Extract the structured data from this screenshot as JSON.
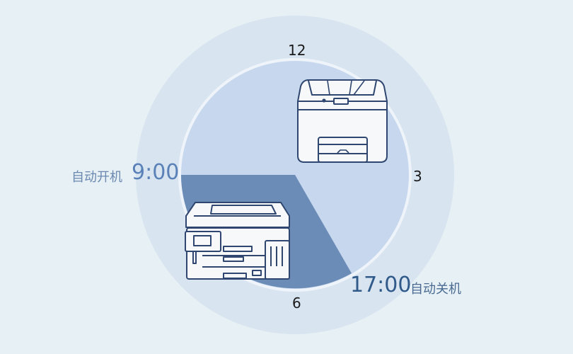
{
  "clock": {
    "marks": {
      "twelve": "12",
      "three": "3",
      "six": "6"
    }
  },
  "schedule": {
    "power_on": {
      "label": "自动开机",
      "time": "9:00"
    },
    "power_off": {
      "time": "17:00",
      "label": "自动关机"
    }
  },
  "colors": {
    "background": "#e6f0f5",
    "outer_ring": "#d8e4ef",
    "inner_rim": "#eef4fa",
    "dial_face": "#c6d7ee",
    "off_sector": "#6b8cb6",
    "printer_stroke": "#2f4670",
    "printer_fill": "#f7f8fa"
  },
  "icons": {
    "top_printer": "desktop-printer-icon",
    "bottom_printer": "multifunction-printer-icon"
  }
}
